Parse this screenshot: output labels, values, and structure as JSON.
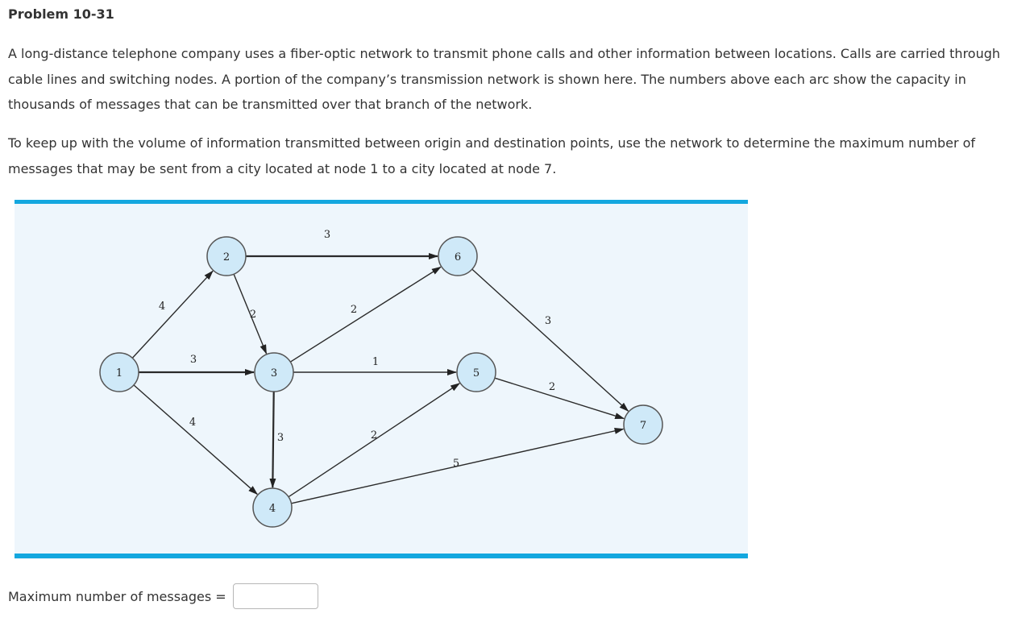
{
  "problem_title": "Problem 10-31",
  "paragraph_1": "A long-distance telephone company uses a fiber-optic network to transmit phone calls and other information between locations. Calls are carried through cable lines and switching nodes. A portion of the company’s transmission network is shown here. The numbers above each arc show the capacity in thousands of messages that can be transmitted over that branch of the network.",
  "paragraph_2": "To keep up with the volume of information transmitted between origin and destination points, use the network to determine the maximum number of messages that may be sent from a city located at node 1 to a city located at node 7.",
  "network": {
    "nodes": [
      "1",
      "2",
      "3",
      "4",
      "5",
      "6",
      "7"
    ],
    "arcs": [
      {
        "from": "1",
        "to": "2",
        "capacity": "4"
      },
      {
        "from": "1",
        "to": "3",
        "capacity": "3"
      },
      {
        "from": "1",
        "to": "4",
        "capacity": "4"
      },
      {
        "from": "2",
        "to": "3",
        "capacity": "2"
      },
      {
        "from": "2",
        "to": "6",
        "capacity": "3"
      },
      {
        "from": "3",
        "to": "4",
        "capacity": "3"
      },
      {
        "from": "3",
        "to": "5",
        "capacity": "1"
      },
      {
        "from": "3",
        "to": "6",
        "capacity": "2"
      },
      {
        "from": "4",
        "to": "5",
        "capacity": "2"
      },
      {
        "from": "4",
        "to": "7",
        "capacity": "5"
      },
      {
        "from": "5",
        "to": "7",
        "capacity": "2"
      },
      {
        "from": "6",
        "to": "7",
        "capacity": "3"
      }
    ]
  },
  "answer": {
    "label": "Maximum number of messages =",
    "value": ""
  }
}
